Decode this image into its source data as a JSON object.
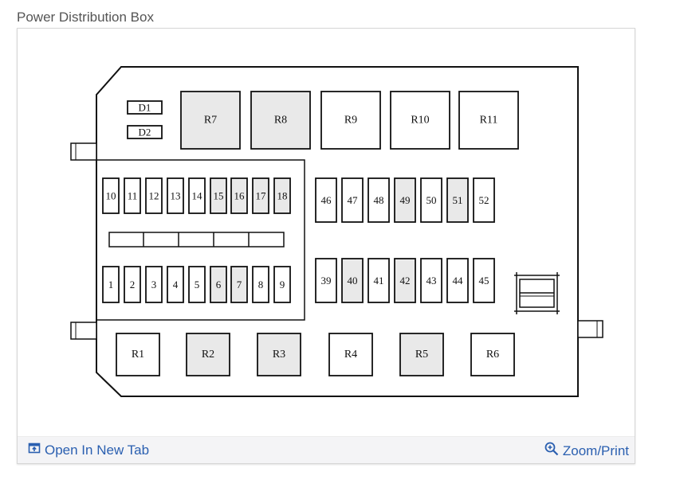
{
  "title": "Power Distribution Box",
  "diodes": [
    "D1",
    "D2"
  ],
  "relays_top": [
    "R7",
    "R8",
    "R9",
    "R10",
    "R11"
  ],
  "relays_top_shaded": [
    true,
    true,
    false,
    false,
    false
  ],
  "relays_bottom": [
    "R1",
    "R2",
    "R3",
    "R4",
    "R5",
    "R6"
  ],
  "relays_bottom_shaded": [
    false,
    true,
    true,
    false,
    true,
    false
  ],
  "fuses_left_top": [
    "10",
    "11",
    "12",
    "13",
    "14",
    "15",
    "16",
    "17",
    "18"
  ],
  "fuses_left_top_shaded": [
    false,
    false,
    false,
    false,
    false,
    true,
    true,
    true,
    true
  ],
  "fuses_left_bottom": [
    "1",
    "2",
    "3",
    "4",
    "5",
    "6",
    "7",
    "8",
    "9"
  ],
  "fuses_left_bottom_shaded": [
    false,
    false,
    false,
    false,
    false,
    true,
    true,
    false,
    false
  ],
  "fuses_right_top": [
    "46",
    "47",
    "48",
    "49",
    "50",
    "51",
    "52"
  ],
  "fuses_right_top_shaded": [
    false,
    false,
    false,
    true,
    false,
    true,
    false
  ],
  "fuses_right_bottom": [
    "39",
    "40",
    "41",
    "42",
    "43",
    "44",
    "45"
  ],
  "fuses_right_bottom_shaded": [
    false,
    true,
    false,
    true,
    false,
    false,
    false
  ],
  "footer": {
    "open_label": "Open In New Tab",
    "zoom_label": "Zoom/Print"
  },
  "colors": {
    "link": "#2a5fb0",
    "shade": "#e9e9e9",
    "line": "#111111"
  }
}
